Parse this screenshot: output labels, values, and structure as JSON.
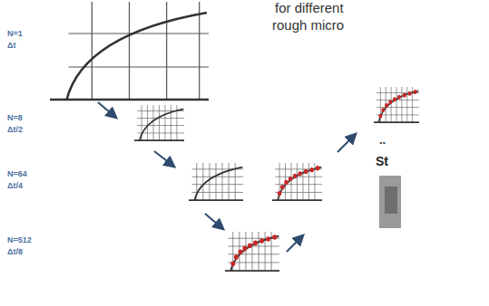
{
  "diagram": {
    "labels": [
      "N=1",
      "Δt",
      "N=8",
      "Δt/2",
      "N=64",
      "Δt/4",
      "N=512",
      "Δt/8",
      "for different",
      "rough micro",
      "..",
      "St"
    ]
  }
}
